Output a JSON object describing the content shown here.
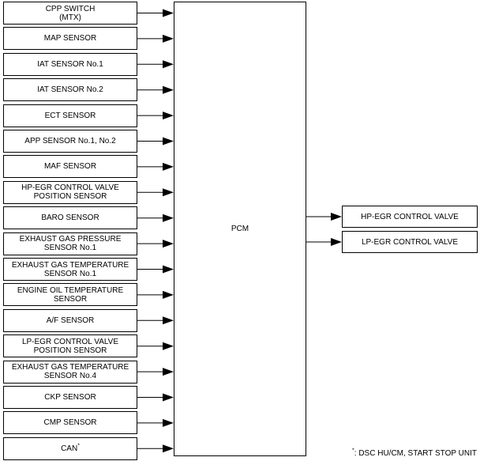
{
  "inputs": [
    {
      "line1": "CPP SWITCH",
      "line2": "(MTX)"
    },
    {
      "line1": "MAP SENSOR"
    },
    {
      "line1": "IAT SENSOR No.1"
    },
    {
      "line1": "IAT SENSOR No.2"
    },
    {
      "line1": "ECT SENSOR"
    },
    {
      "line1": "APP SENSOR No.1, No.2"
    },
    {
      "line1": "MAF SENSOR"
    },
    {
      "line1": "HP-EGR CONTROL VALVE",
      "line2": "POSITION SENSOR"
    },
    {
      "line1": "BARO SENSOR"
    },
    {
      "line1": "EXHAUST GAS PRESSURE",
      "line2": "SENSOR No.1"
    },
    {
      "line1": "EXHAUST GAS TEMPERATURE",
      "line2": "SENSOR No.1"
    },
    {
      "line1": "ENGINE OIL TEMPERATURE",
      "line2": "SENSOR"
    },
    {
      "line1": "A/F SENSOR"
    },
    {
      "line1": "LP-EGR CONTROL VALVE",
      "line2": "POSITION SENSOR"
    },
    {
      "line1": "EXHAUST GAS TEMPERATURE",
      "line2": "SENSOR No.4"
    },
    {
      "line1": "CKP SENSOR"
    },
    {
      "line1": "CMP SENSOR"
    },
    {
      "line1": "CAN",
      "sup": "*"
    }
  ],
  "pcm": {
    "label": "PCM"
  },
  "outputs": [
    {
      "line1": "HP-EGR CONTROL VALVE"
    },
    {
      "line1": "LP-EGR CONTROL VALVE"
    }
  ],
  "footnote": {
    "mark": "*",
    "text": ": DSC HU/CM, START STOP UNIT"
  }
}
